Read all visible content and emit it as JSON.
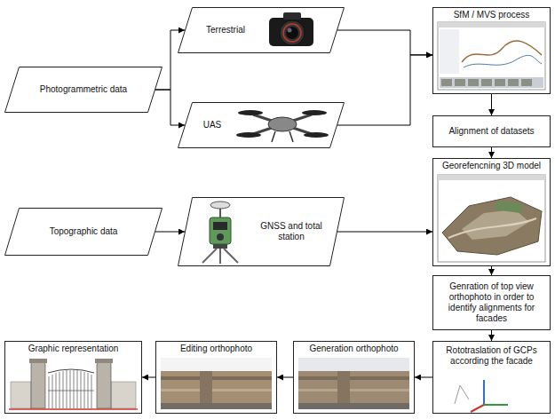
{
  "diagram": {
    "nodes": [
      {
        "text": [
          "Photogrammetric data"
        ]
      },
      {
        "text": [
          "Terrestrial"
        ]
      },
      {
        "text": [
          "UAS"
        ]
      },
      {
        "text": [
          "Topographic data"
        ]
      },
      {
        "text": [
          "GNSS and total station"
        ]
      },
      {
        "text": [
          "SfM / MVS process"
        ]
      },
      {
        "text": [
          "Alignment of datasets"
        ]
      },
      {
        "text": [
          "Georefencning 3D model"
        ]
      },
      {
        "text": [
          "Genration of top view orthophoto in order to identify alignments for facades"
        ]
      },
      {
        "text": [
          "Rototraslation of GCPs according the facade"
        ]
      },
      {
        "text": [
          "Generation orthophoto"
        ]
      },
      {
        "text": [
          "Editing orthophoto"
        ]
      },
      {
        "text": [
          "Graphic representation"
        ]
      }
    ],
    "edges": [
      {
        "from": 0,
        "to": 1,
        "arrow": "to"
      },
      {
        "from": 0,
        "to": 2,
        "arrow": "to"
      },
      {
        "from": 1,
        "to": 5,
        "arrow": "to"
      },
      {
        "from": 2,
        "to": 5,
        "arrow": "to"
      },
      {
        "from": 5,
        "to": 6,
        "arrow": "to"
      },
      {
        "from": 6,
        "to": 7,
        "arrow": "to"
      },
      {
        "from": 3,
        "to": 4,
        "arrow": "to"
      },
      {
        "from": 4,
        "to": 7,
        "arrow": "to"
      },
      {
        "from": 7,
        "to": 8,
        "arrow": "to"
      },
      {
        "from": 8,
        "to": 9,
        "arrow": "to"
      },
      {
        "from": 9,
        "to": 10,
        "arrow": "to"
      },
      {
        "from": 10,
        "to": 11,
        "arrow": "to"
      },
      {
        "from": 11,
        "to": 12,
        "arrow": "to"
      }
    ]
  }
}
